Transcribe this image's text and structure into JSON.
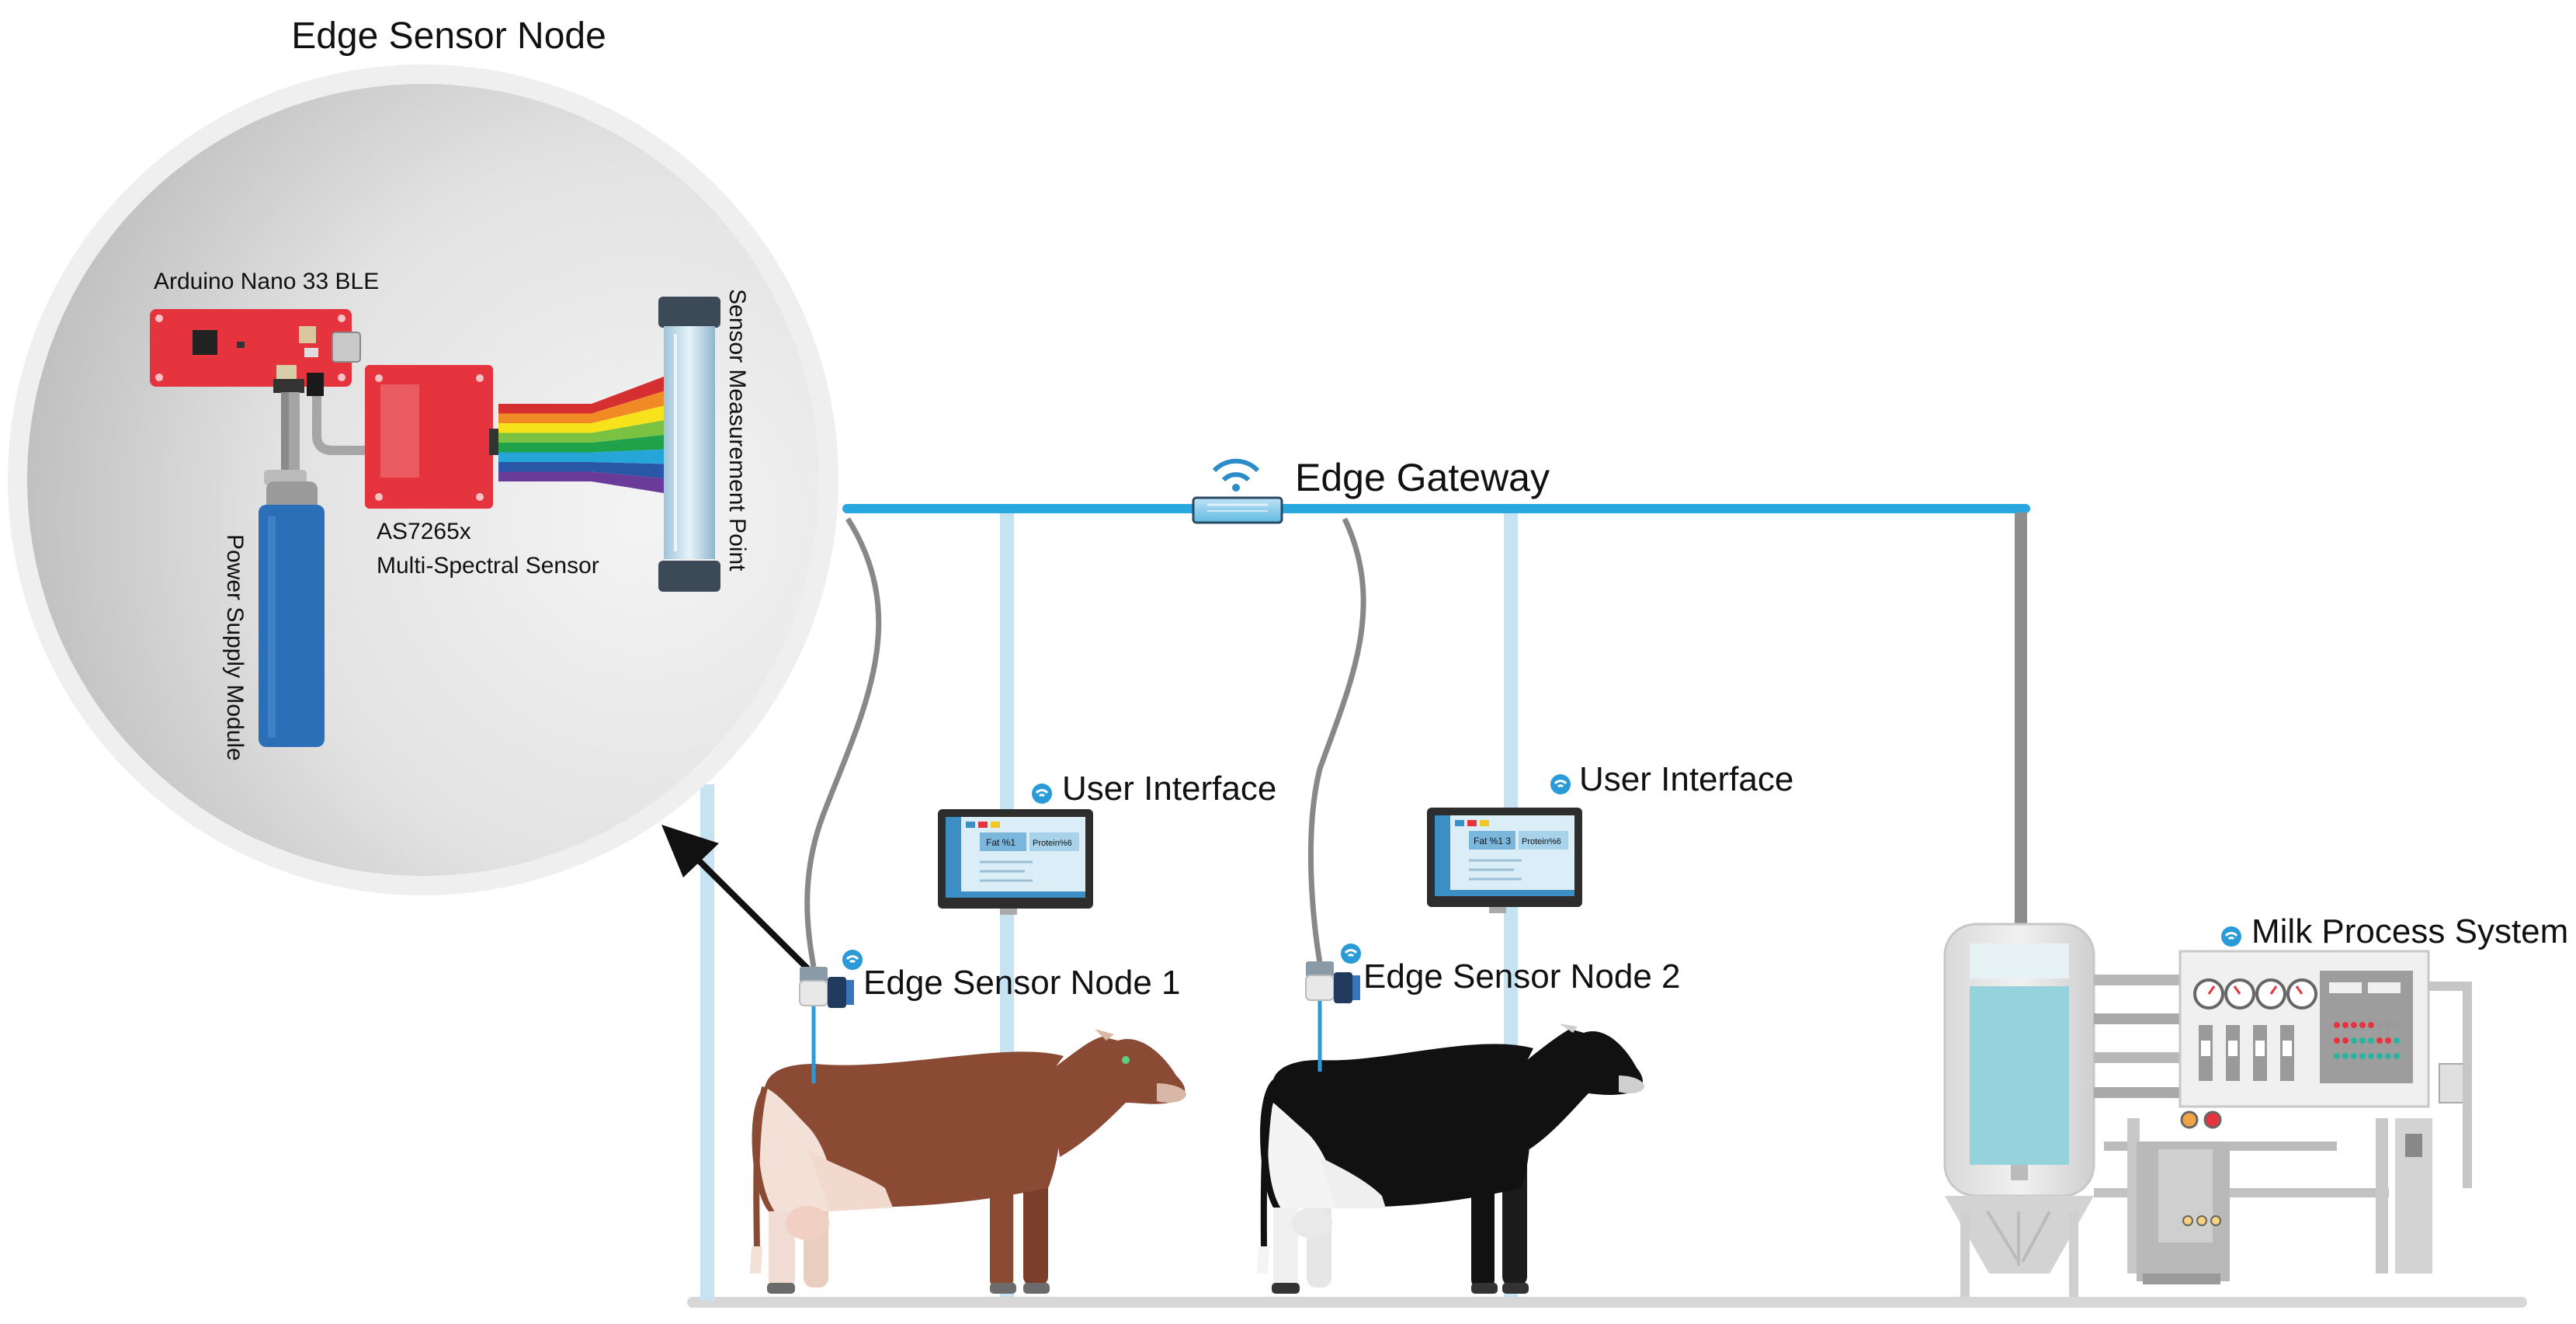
{
  "zoom": {
    "title": "Edge Sensor Node",
    "arduino": "Arduino Nano 33 BLE",
    "sensor_line1": "AS7265x",
    "sensor_line2": "Multi-Spectral Sensor",
    "measurement": "Sensor Measurement Point",
    "power": "Power Supply Module"
  },
  "gateway": {
    "label": "Edge Gateway"
  },
  "ui1": {
    "label": "User Interface",
    "screen_fat": "Fat %1",
    "screen_protein": "Protein%6"
  },
  "ui2": {
    "label": "User Interface",
    "screen_fat": "Fat %1 3",
    "screen_protein": "Protein%6"
  },
  "node1": {
    "label": "Edge Sensor Node 1"
  },
  "node2": {
    "label": "Edge Sensor Node 2"
  },
  "process": {
    "label": "Milk Process System"
  },
  "colors": {
    "network": "#29a8e0",
    "pillar": "#c5e3f2",
    "cable": "#8c8c8c",
    "board": "#e5343d",
    "battery": "#2a6fb7",
    "cow1": "#8b4a34",
    "cow2": "#111111",
    "tank_fill": "#94d2dc"
  },
  "spectrum": [
    "#d62f2f",
    "#f08a24",
    "#f7e21b",
    "#7cc242",
    "#1fa24a",
    "#25a5d8",
    "#2a56a8",
    "#6b3b9a"
  ]
}
